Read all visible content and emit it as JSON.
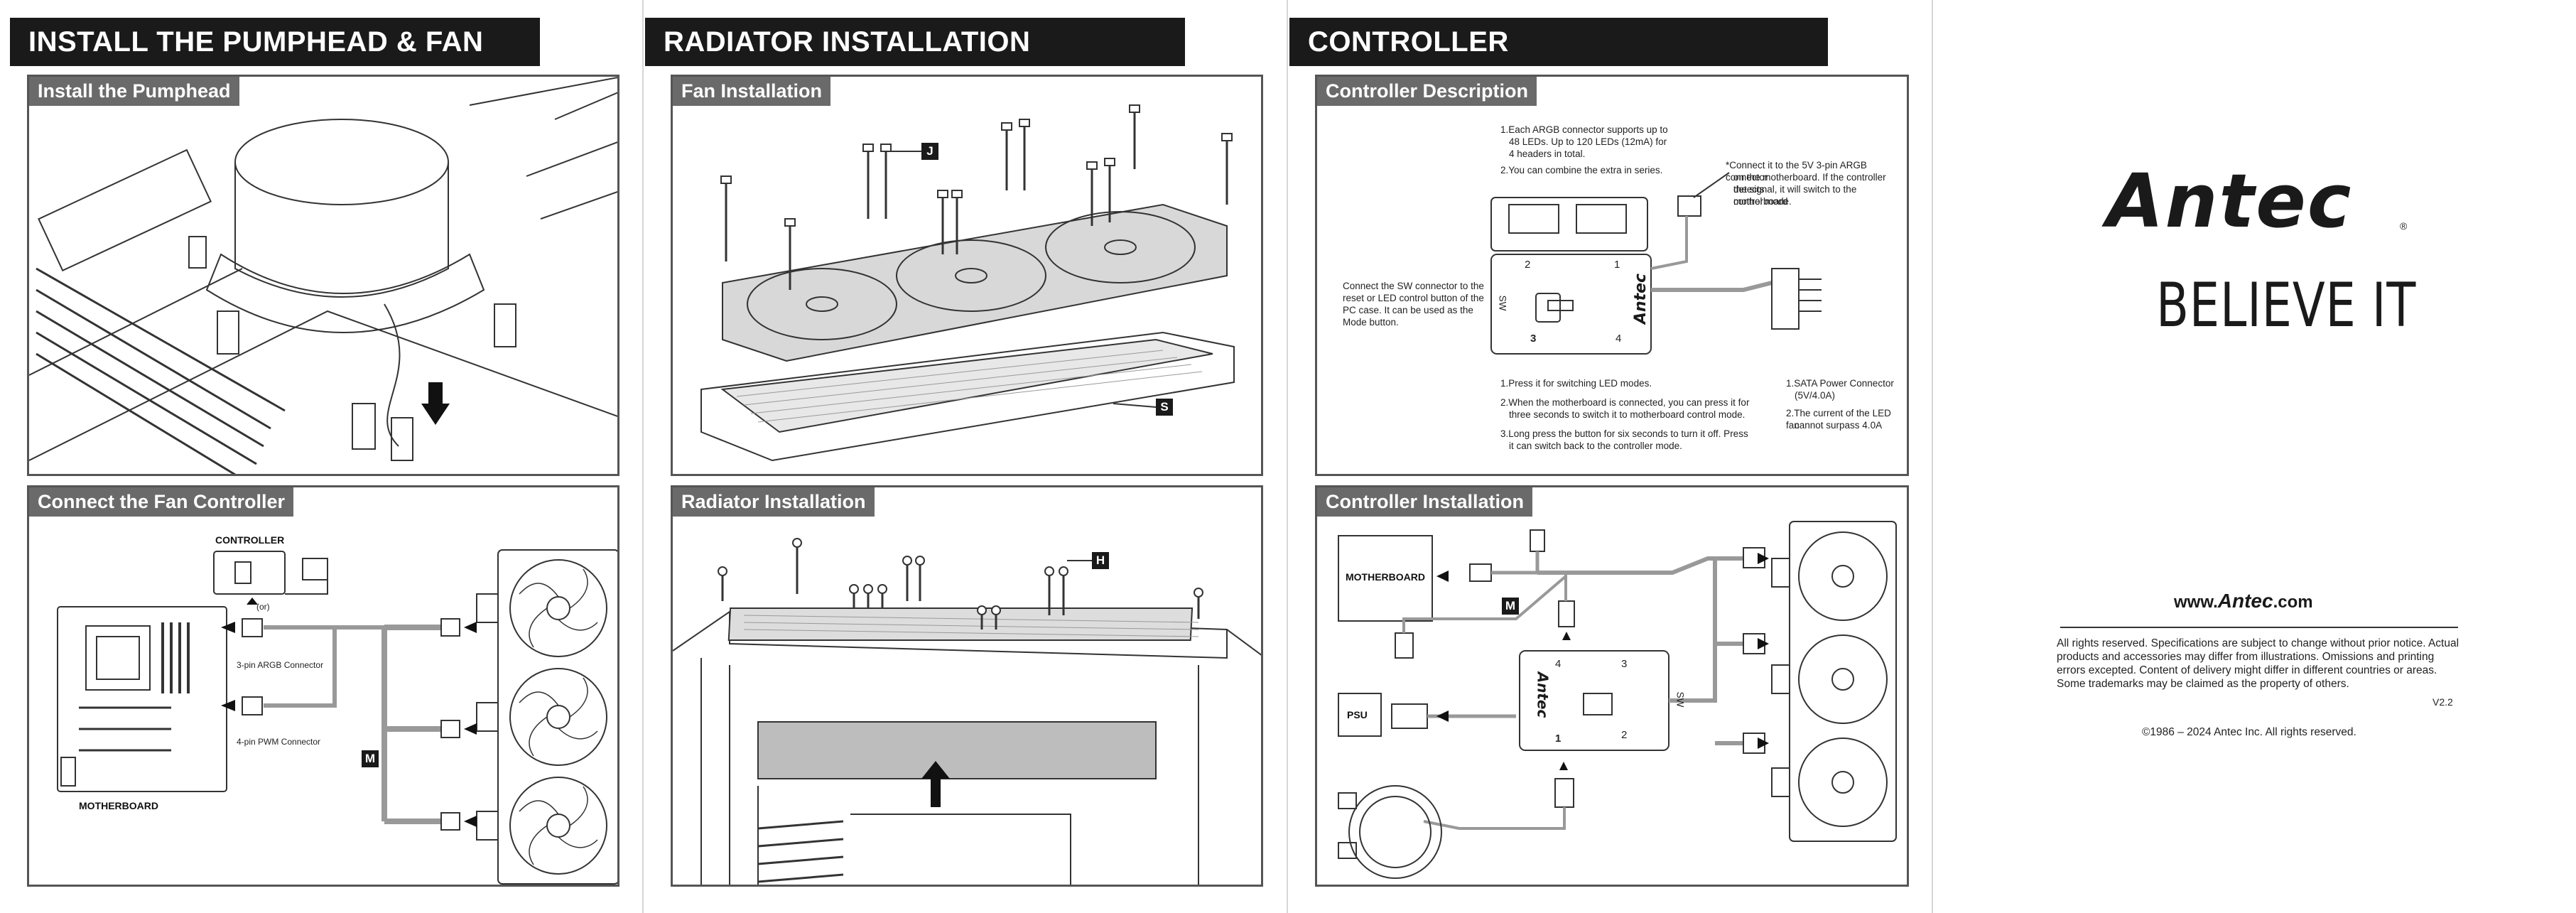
{
  "panels": {
    "p1": {
      "header": "INSTALL THE PUMPHEAD & FAN",
      "sec1": "Install the Pumphead",
      "sec2": "Connect the Fan Controller",
      "controller_label": "CONTROLLER",
      "motherboard_label": "MOTHERBOARD",
      "argb_connector": "3-pin ARGB Connector",
      "pwm_connector": "4-pin PWM Connector",
      "or": "(or)",
      "badge_m": "M"
    },
    "p2": {
      "header": "RADIATOR INSTALLATION",
      "sec1": "Fan Installation",
      "sec2": "Radiator Installation",
      "badge_j": "J",
      "badge_s": "S",
      "badge_h": "H"
    },
    "p3": {
      "header": "CONTROLLER",
      "sec1": "Controller Description",
      "sec2": "Controller Installation",
      "note_argb1": "1.Each ARGB connector supports up to",
      "note_argb1b": "48 LEDs. Up to 120 LEDs (12mA) for",
      "note_argb1c": "4 headers in total.",
      "note_argb2": "2.You can combine the extra in series.",
      "note_5v1": "*Connect it to the 5V 3-pin ARGB connector",
      "note_5v2": "on the motherboard. If the controller detects",
      "note_5v3": "the signal, it will switch to the motherboard",
      "note_5v4": "control mode.",
      "note_sw1": "Connect the SW connector to the",
      "note_sw2": "reset or LED control button of the",
      "note_sw3": "PC case. It can be used as the",
      "note_sw4": "Mode button.",
      "note_press1": "1.Press it for switching LED modes.",
      "note_press2a": "2.When the motherboard is connected, you can press it for",
      "note_press2b": "three seconds to switch it to motherboard control mode.",
      "note_press3a": "3.Long press the button for six seconds to turn it off. Press",
      "note_press3b": "it can switch back to the controller mode.",
      "note_sata1": "1.SATA Power Connector",
      "note_sata1b": "(5V/4.0A)",
      "note_sata2": "2.The current of the LED fan",
      "note_sata2b": "cannot surpass 4.0A",
      "motherboard_label": "MOTHERBOARD",
      "psu_label": "PSU",
      "badge_m": "M",
      "sw": "SW",
      "port1": "1",
      "port2": "2",
      "port3": "3",
      "port4": "4",
      "brand_small": "Antec"
    },
    "p4": {
      "brand": "Antec",
      "tagline": "BELIEVE IT",
      "url_prefix": "www.",
      "url_brand": "Antec",
      "url_suffix": ".com",
      "legal": "All rights reserved. Specifications are subject to change without prior notice. Actual products and accessories may differ from illustrations. Omissions and printing errors excepted. Content of delivery might differ in different countries or areas. Some trademarks may be claimed as the property of others.",
      "version": "V2.2",
      "copyright": "©1986 – 2024 Antec Inc.  All rights reserved."
    }
  }
}
